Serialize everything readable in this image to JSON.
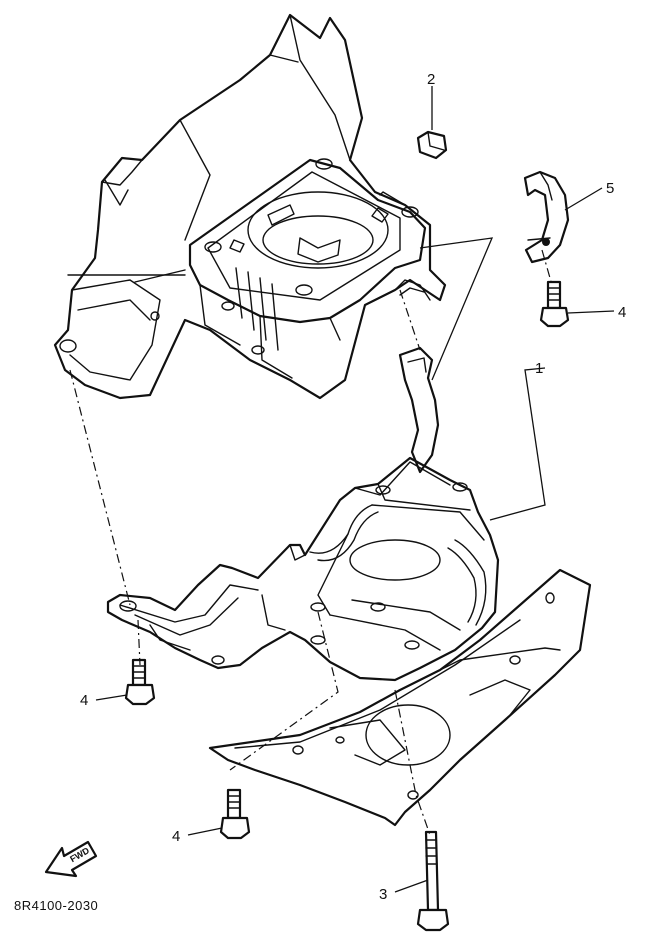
{
  "diagram": {
    "callouts": {
      "p1": "1",
      "p2": "2",
      "p3": "3",
      "p4a": "4",
      "p4b": "4",
      "p4c": "4",
      "p5": "5"
    },
    "fwd_label": "FWD",
    "drawing_code": "8R4100-2030"
  }
}
